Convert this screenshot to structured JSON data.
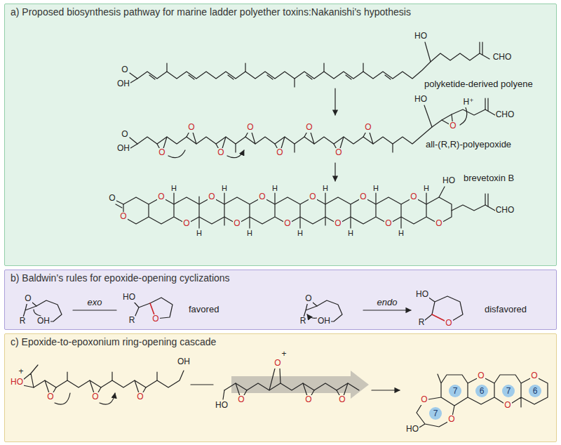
{
  "diagram": {
    "nodes": [
      {
        "text": [
          "a) Proposed biosynthesis pathway for marine ladder polyether toxins:Nakanishi’s hypothesis"
        ]
      },
      {
        "text": [
          "b) Baldwin’s rules for epoxide-opening cyclizations"
        ]
      },
      {
        "text": [
          "c) Epoxide-to-epoxonium ring-opening cascade"
        ]
      },
      {
        "text": [
          "7"
        ],
        "in": 2
      },
      {
        "text": [
          "7"
        ],
        "in": 2
      },
      {
        "text": [
          "6"
        ],
        "in": 2
      },
      {
        "text": [
          "7"
        ],
        "in": 2
      },
      {
        "text": [
          "6"
        ],
        "in": 2
      }
    ],
    "labels": [
      "HO",
      "CHO",
      "O",
      "OH",
      "polyketide-derived polyene",
      "O",
      "OH",
      "O",
      "O",
      "O",
      "O",
      "O",
      "O",
      "O",
      "O",
      "HO",
      "O",
      "H⁺",
      "CHO",
      "all-(R,R)-polyepoxide",
      "O",
      "O",
      "O",
      "O",
      "O",
      "O",
      "O",
      "O",
      "O",
      "O",
      "O",
      "O",
      "O",
      "O",
      "H",
      "H",
      "H",
      "H",
      "H",
      "H",
      "H",
      "H",
      "H",
      "H",
      "H",
      "HO",
      "CHO",
      "brevetoxin B",
      "O",
      "R",
      "OH",
      "exo",
      "HO",
      "R",
      "O",
      "favored",
      "O",
      "R",
      "OH",
      "endo",
      "HO",
      "R",
      "O",
      "disfavored",
      "+",
      "HO",
      "O",
      "O",
      "O",
      "OH",
      "+",
      "O",
      "HO",
      "O",
      "O",
      "O",
      "O",
      "O",
      "O",
      "O",
      "O",
      "HO"
    ]
  }
}
